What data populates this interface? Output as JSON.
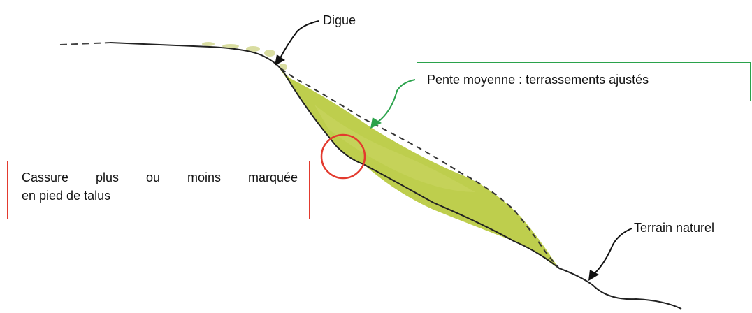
{
  "labels": {
    "digue": "Digue",
    "terrain_naturel": "Terrain naturel",
    "pente_moyenne": "Pente moyenne : terrassements ajustés",
    "cassure_line1": "Cassure plus ou moins marquée",
    "cassure_line2": "en pied de talus"
  },
  "colors": {
    "fill": "#b7c93a",
    "pente_border": "#2aa24b",
    "cassure_border": "#e33a2e",
    "ground_line": "#111111",
    "arrow_green": "#2aa24b"
  }
}
